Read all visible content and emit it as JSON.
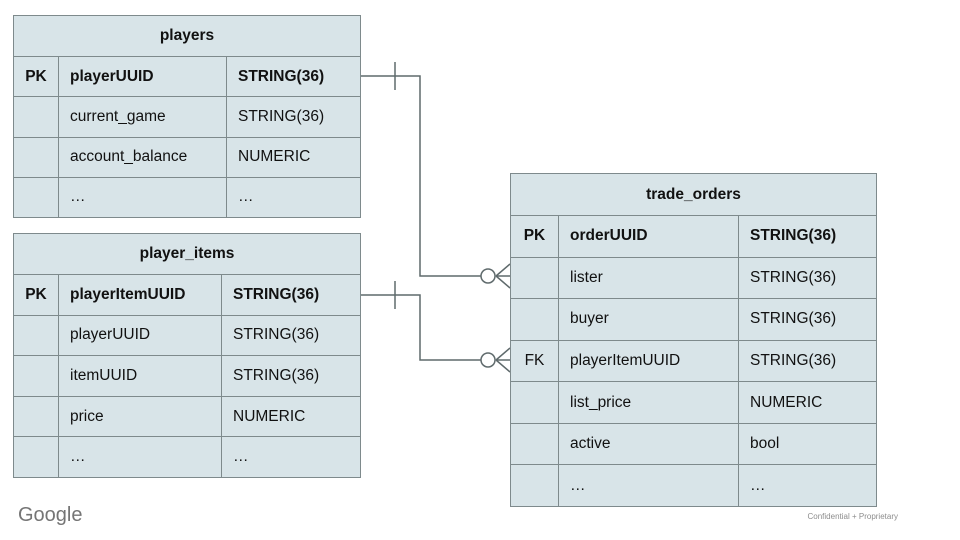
{
  "slide": {
    "brand": "Google",
    "footer_note": "Confidential + Proprietary"
  },
  "colors": {
    "table_fill": "#d8e4e8",
    "table_border": "#7e8a8c",
    "connector": "#5f6a6c",
    "text": "#111111",
    "brand_text": "#757575",
    "footer_text": "#8d8d8d",
    "background": "#ffffff"
  },
  "tables": {
    "players": {
      "title": "players",
      "rows": [
        {
          "key": "PK",
          "name": "playerUUID",
          "type": "STRING(36)"
        },
        {
          "key": "",
          "name": "current_game",
          "type": "STRING(36)"
        },
        {
          "key": "",
          "name": "account_balance",
          "type": "NUMERIC"
        },
        {
          "key": "",
          "name": "…",
          "type": "…"
        }
      ]
    },
    "player_items": {
      "title": "player_items",
      "rows": [
        {
          "key": "PK",
          "name": "playerItemUUID",
          "type": "STRING(36)"
        },
        {
          "key": "",
          "name": "playerUUID",
          "type": "STRING(36)"
        },
        {
          "key": "",
          "name": "itemUUID",
          "type": "STRING(36)"
        },
        {
          "key": "",
          "name": "price",
          "type": "NUMERIC"
        },
        {
          "key": "",
          "name": "…",
          "type": "…"
        }
      ]
    },
    "trade_orders": {
      "title": "trade_orders",
      "rows": [
        {
          "key": "PK",
          "name": "orderUUID",
          "type": "STRING(36)"
        },
        {
          "key": "",
          "name": "lister",
          "type": "STRING(36)"
        },
        {
          "key": "",
          "name": "buyer",
          "type": "STRING(36)"
        },
        {
          "key": "FK",
          "name": "playerItemUUID",
          "type": "STRING(36)"
        },
        {
          "key": "",
          "name": "list_price",
          "type": "NUMERIC"
        },
        {
          "key": "",
          "name": "active",
          "type": "bool"
        },
        {
          "key": "",
          "name": "…",
          "type": "…"
        }
      ]
    }
  },
  "relationships": [
    {
      "name": "players-to-trade_orders",
      "from": "players.playerUUID",
      "to": "trade_orders.lister",
      "from_cardinality": "one",
      "to_cardinality": "zero-or-many"
    },
    {
      "name": "player_items-to-trade_orders",
      "from": "player_items.playerItemUUID",
      "to": "trade_orders.playerItemUUID",
      "from_cardinality": "one",
      "to_cardinality": "zero-or-many"
    }
  ]
}
